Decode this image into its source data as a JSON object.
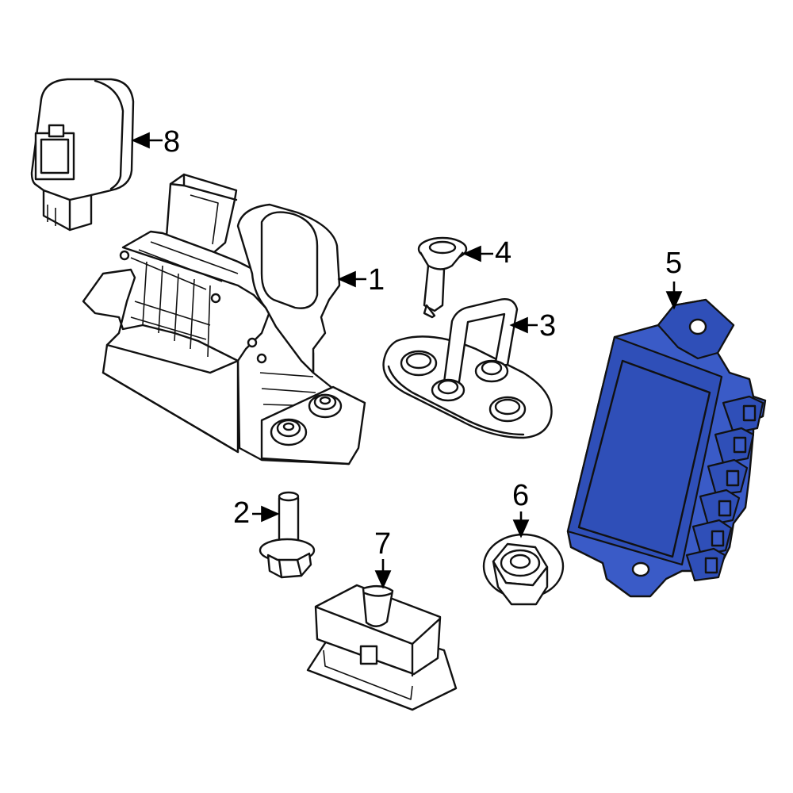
{
  "diagram": {
    "parts": [
      {
        "id": "part-1",
        "callout": "1"
      },
      {
        "id": "part-2",
        "callout": "2"
      },
      {
        "id": "part-3",
        "callout": "3"
      },
      {
        "id": "part-4",
        "callout": "4"
      },
      {
        "id": "part-5",
        "callout": "5",
        "highlight_color": "#3a5bc7"
      },
      {
        "id": "part-6",
        "callout": "6"
      },
      {
        "id": "part-7",
        "callout": "7"
      },
      {
        "id": "part-8",
        "callout": "8"
      }
    ]
  }
}
